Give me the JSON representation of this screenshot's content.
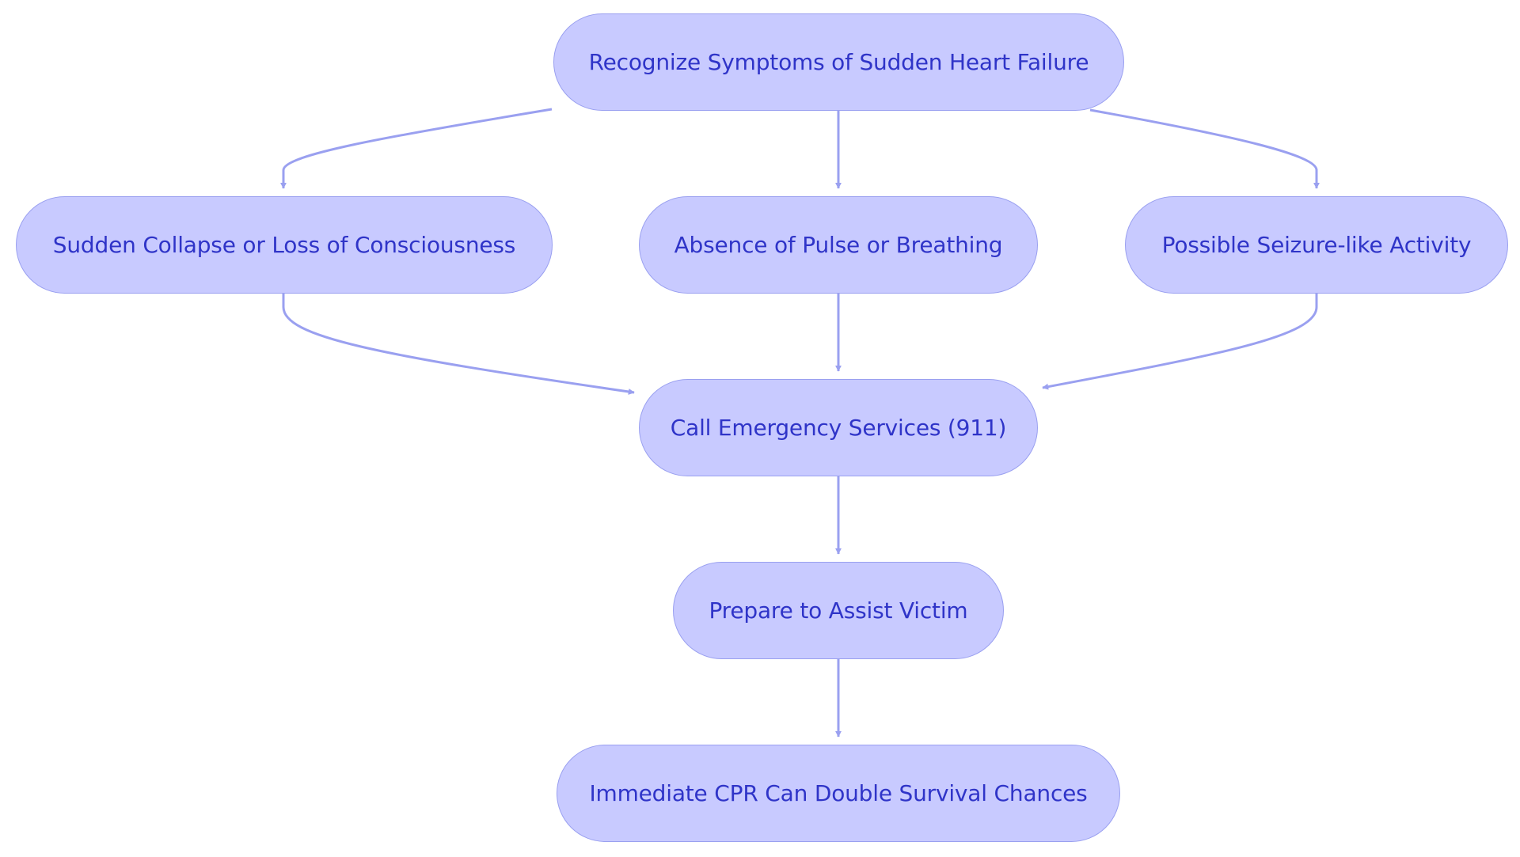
{
  "colors": {
    "node_fill": "#c8caff",
    "node_border": "#9aa0f0",
    "text": "#2f34c8",
    "edge": "#9aa0f0"
  },
  "nodes": {
    "recognize": "Recognize Symptoms of Sudden Heart Failure",
    "collapse": "Sudden Collapse or Loss of Consciousness",
    "absence": "Absence of Pulse or Breathing",
    "seizure": "Possible Seizure-like Activity",
    "call": "Call Emergency Services (911)",
    "prepare": "Prepare to Assist Victim",
    "cpr": "Immediate CPR Can Double Survival Chances"
  },
  "edges": [
    {
      "from": "recognize",
      "to": "collapse"
    },
    {
      "from": "recognize",
      "to": "absence"
    },
    {
      "from": "recognize",
      "to": "seizure"
    },
    {
      "from": "collapse",
      "to": "call"
    },
    {
      "from": "absence",
      "to": "call"
    },
    {
      "from": "seizure",
      "to": "call"
    },
    {
      "from": "call",
      "to": "prepare"
    },
    {
      "from": "prepare",
      "to": "cpr"
    }
  ]
}
